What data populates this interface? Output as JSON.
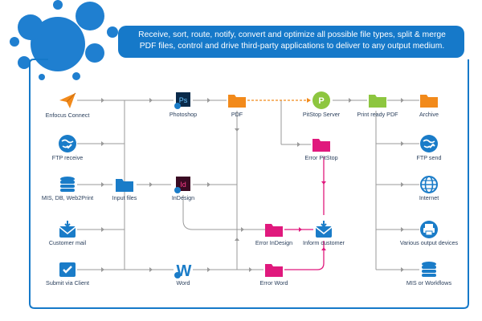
{
  "banner": {
    "line1": "Receive, sort, route, notify, convert and optimize all possible file types, split & merge",
    "line2": "PDF files, control and drive third-party applications to deliver to any output medium."
  },
  "nodes": {
    "enfocus_connect": "Enfocus Connect",
    "ftp_receive": "FTP receive",
    "mis_db": "MIS, DB, Web2Print",
    "customer_mail": "Customer mail",
    "submit_client": "Submit via Client",
    "input_files": "Input files",
    "photoshop": "Photoshop",
    "indesign": "InDesign",
    "word": "Word",
    "pdf": "PDF",
    "error_indesign": "Error InDesign",
    "error_word": "Error Word",
    "pitstop_server": "PitStop Server",
    "error_pitstop": "Error PitStop",
    "inform_customer": "Inform customer",
    "print_ready_pdf": "Print ready PDF",
    "archive": "Archive",
    "ftp_send": "FTP send",
    "internet": "Internet",
    "output_devices": "Various output devices",
    "mis_workflows": "MIS or Workflows"
  },
  "icons": {
    "photoshop_glyph": "Ps",
    "indesign_glyph": "Id",
    "word_glyph": "W",
    "pitstop_glyph": "P"
  },
  "colors": {
    "brand_blue": "#1679c9",
    "folder_blue": "#1a7cc8",
    "folder_orange": "#f28a1b",
    "folder_magenta": "#e0197d",
    "folder_green": "#8dc63f",
    "error_line": "#e0197d",
    "pdf_link": "#f28a1b",
    "connector": "#9a9a9a"
  }
}
